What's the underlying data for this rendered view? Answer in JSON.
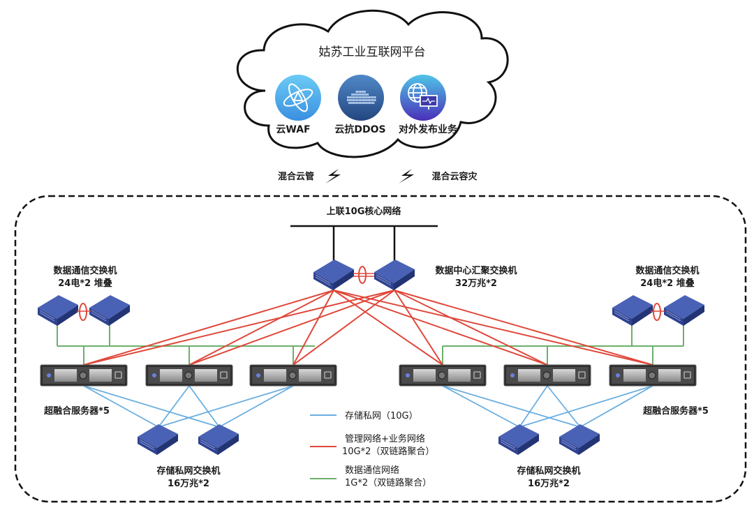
{
  "cloud": {
    "title": "姑苏工业互联网平台",
    "services": [
      {
        "label": "云WAF",
        "icon": "atom-shield-icon",
        "color_top": "#5ec3f2",
        "color_bottom": "#3a8fe0"
      },
      {
        "label": "云抗DDOS",
        "icon": "pixel-cloud-icon",
        "color_top": "#4a7ec0",
        "color_bottom": "#23477f"
      },
      {
        "label": "对外发布业务",
        "icon": "globe-monitor-icon",
        "color_top": "#4fc5e8",
        "color_bottom": "#4a2fb8"
      }
    ]
  },
  "links": {
    "left": "混合云管",
    "right": "混合云容灾"
  },
  "datacenter": {
    "uplink_label": "上联10G核心网络",
    "core_switch": {
      "name": "数据中心汇聚交换机",
      "spec": "32万兆*2"
    },
    "comm_switch_left": {
      "name": "数据通信交换机",
      "spec": "24电*2 堆叠"
    },
    "comm_switch_right": {
      "name": "数据通信交换机",
      "spec": "24电*2 堆叠"
    },
    "servers_left_label": "超融合服务器*5",
    "servers_right_label": "超融合服务器*5",
    "storage_switch_left": {
      "name": "存储私网交换机",
      "spec": "16万兆*2"
    },
    "storage_switch_right": {
      "name": "存储私网交换机",
      "spec": "16万兆*2"
    }
  },
  "legend": [
    {
      "color": "#6aaee0",
      "lines": [
        "存储私网（10G）"
      ]
    },
    {
      "color": "#e0473a",
      "lines": [
        "管理网络+业务网络",
        "10G*2（双链路聚合）"
      ]
    },
    {
      "color": "#6ab06a",
      "lines": [
        "数据通信网络",
        "1G*2（双链路聚合）"
      ]
    }
  ],
  "colors": {
    "storage_link": "#6aaee0",
    "mgmt_link": "#e0473a",
    "data_link": "#6ab06a",
    "switch_top": "#3f56a8",
    "switch_side": "#2c3d85",
    "server_body": "#3a3a3a"
  }
}
